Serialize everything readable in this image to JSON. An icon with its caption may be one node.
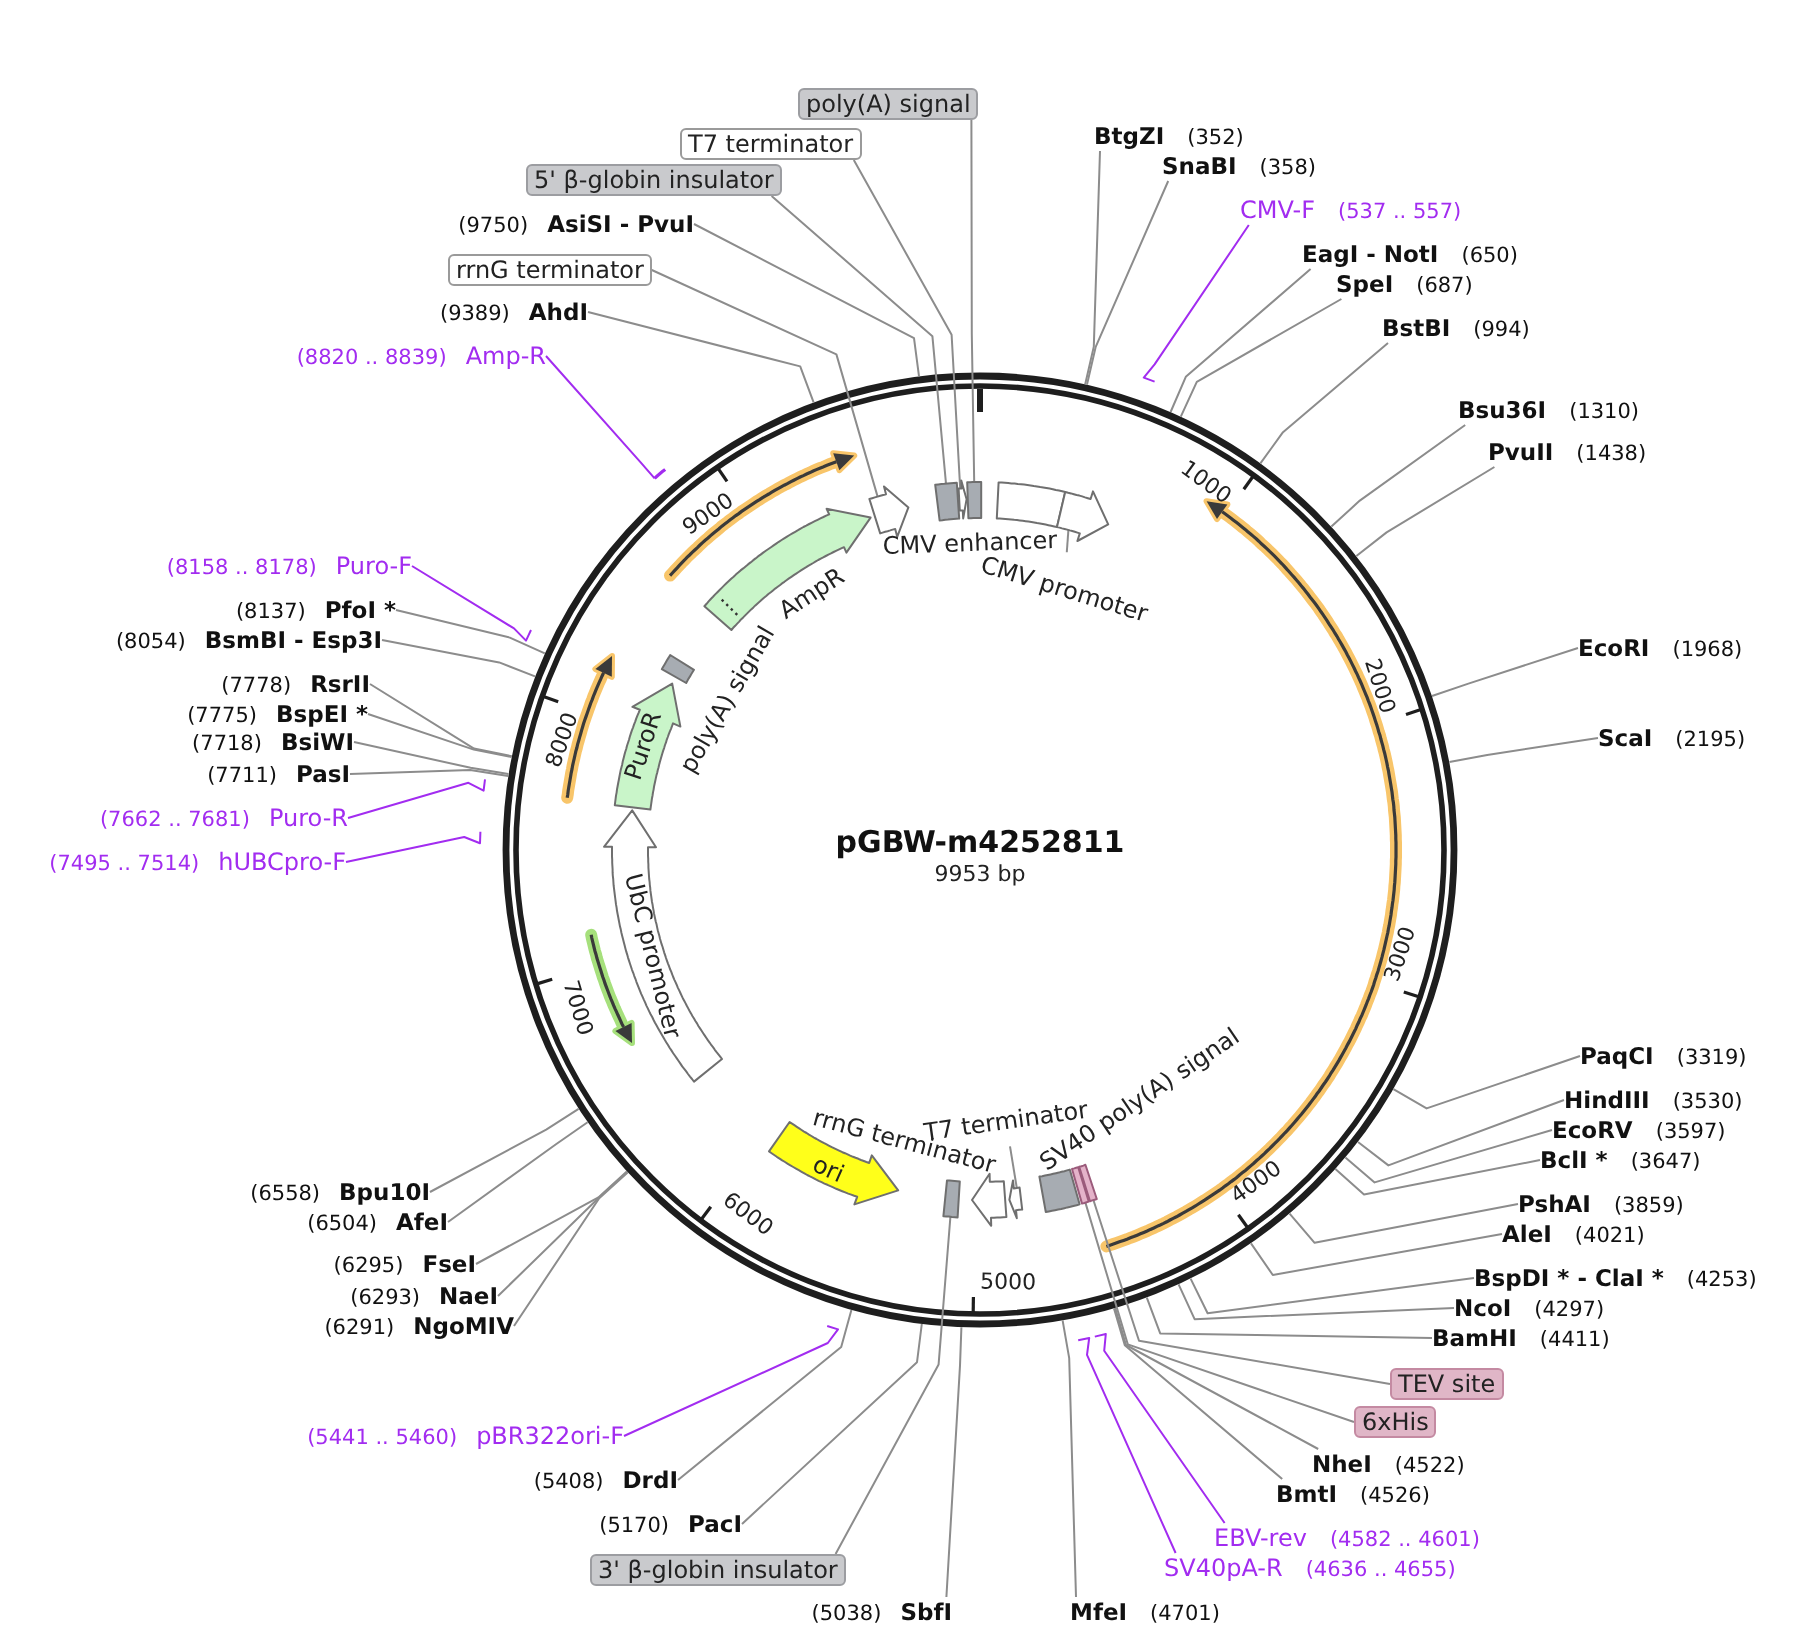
{
  "diagram": {
    "title": "pGBW-m4252811",
    "nodes": [
      {
        "text": [
          "poly(A) signal"
        ]
      },
      {
        "text": [
          "BtgZI",
          "(352)"
        ]
      },
      {
        "text": [
          "T7 terminator"
        ]
      },
      {
        "text": [
          "SnaBI",
          "(358)"
        ]
      },
      {
        "text": [
          "5' β-globin insulator"
        ]
      },
      {
        "text": [
          "CMV-F",
          "(537 .. 557)"
        ]
      },
      {
        "text": [
          "(9750)",
          "AsiSI - PvuI"
        ]
      },
      {
        "text": [
          "EagI - NotI",
          "(650)"
        ]
      },
      {
        "text": [
          "rrnG terminator"
        ]
      },
      {
        "text": [
          "SpeI",
          "(687)"
        ]
      },
      {
        "text": [
          "(9389)",
          "AhdI"
        ]
      },
      {
        "text": [
          "BstBI",
          "(994)"
        ]
      },
      {
        "text": [
          "(8820 .. 8839)",
          "Amp-R"
        ]
      },
      {
        "text": [
          "Bsu36I",
          "(1310)"
        ]
      },
      {
        "text": [
          "PvuII",
          "(1438)"
        ]
      },
      {
        "text": [
          "(8158 .. 8178)",
          "Puro-F"
        ]
      },
      {
        "text": [
          "(8137)",
          "PfoI *"
        ]
      },
      {
        "text": [
          "(8054)",
          "BsmBI - Esp3I"
        ]
      },
      {
        "text": [
          "EcoRI",
          "(1968)"
        ]
      },
      {
        "text": [
          "(7778)",
          "RsrII"
        ]
      },
      {
        "text": [
          "(7775)",
          "BspEI *"
        ]
      },
      {
        "text": [
          "(7718)",
          "BsiWI"
        ]
      },
      {
        "text": [
          "ScaI",
          "(2195)"
        ]
      },
      {
        "text": [
          "(7711)",
          "PasI"
        ]
      },
      {
        "text": [
          "(7662 .. 7681)",
          "Puro-R"
        ]
      },
      {
        "text": [
          "(7495 .. 7514)",
          "hUBCpro-F"
        ]
      },
      {
        "text": [
          "PaqCI",
          "(3319)"
        ]
      },
      {
        "text": [
          "HindIII",
          "(3530)"
        ]
      },
      {
        "text": [
          "EcoRV",
          "(3597)"
        ]
      },
      {
        "text": [
          "BclI *",
          "(3647)"
        ]
      },
      {
        "text": [
          "(6558)",
          "Bpu10I"
        ]
      },
      {
        "text": [
          "PshAI",
          "(3859)"
        ]
      },
      {
        "text": [
          "(6504)",
          "AfeI"
        ]
      },
      {
        "text": [
          "AleI",
          "(4021)"
        ]
      },
      {
        "text": [
          "(6295)",
          "FseI"
        ]
      },
      {
        "text": [
          "BspDI * - ClaI *",
          "(4253)"
        ]
      },
      {
        "text": [
          "(6293)",
          "NaeI"
        ]
      },
      {
        "text": [
          "NcoI",
          "(4297)"
        ]
      },
      {
        "text": [
          "(6291)",
          "NgoMIV"
        ]
      },
      {
        "text": [
          "BamHI",
          "(4411)"
        ]
      },
      {
        "text": [
          "TEV site"
        ]
      },
      {
        "text": [
          "6xHis"
        ]
      },
      {
        "text": [
          "(5441 .. 5460)",
          "pBR322ori-F"
        ]
      },
      {
        "text": [
          "NheI",
          "(4522)"
        ]
      },
      {
        "text": [
          "(5408)",
          "DrdI"
        ]
      },
      {
        "text": [
          "BmtI",
          "(4526)"
        ]
      },
      {
        "text": [
          "(5170)",
          "PacI"
        ]
      },
      {
        "text": [
          "EBV-rev",
          "(4582 .. 4601)"
        ]
      },
      {
        "text": [
          "3' β-globin insulator"
        ]
      },
      {
        "text": [
          "SV40pA-R",
          "(4636 .. 4655)"
        ]
      },
      {
        "text": [
          "(5038)",
          "SbfI"
        ]
      },
      {
        "text": [
          "MfeI",
          "(4701)"
        ]
      },
      {
        "text": [],
        "shape": "arrow"
      },
      {
        "text": [],
        "shape": "box"
      },
      {
        "text": [],
        "shape": "arrow"
      },
      {
        "text": [],
        "shape": "box"
      },
      {
        "text": [],
        "shape": "box",
        "beside": [
          "CMV enhancer"
        ]
      },
      {
        "text": [],
        "shape": "arrow"
      },
      {
        "text": [
          "CMV promoter"
        ]
      },
      {
        "text": [],
        "shape": "arrow",
        "beside": [
          "AmpR"
        ]
      },
      {
        "text": [],
        "shape": "box",
        "beside": [
          "poly(A) signal"
        ]
      },
      {
        "text": [
          "PuroR"
        ]
      },
      {
        "text": [
          "UbC promoter"
        ]
      },
      {
        "text": [
          "ori"
        ]
      },
      {
        "text": [],
        "shape": "box"
      },
      {
        "text": [],
        "shape": "arrow",
        "beside": [
          "rrnG terminator"
        ]
      },
      {
        "text": [],
        "shape": "arrow"
      },
      {
        "text": [
          "T7 terminator"
        ]
      },
      {
        "text": [],
        "shape": "box",
        "beside": [
          "SV40 poly(A) signal"
        ]
      },
      {
        "text": [],
        "shape": "box"
      },
      {
        "text": [],
        "shape": "box"
      },
      {
        "text": [],
        "shape": "bar"
      }
    ],
    "edges": [
      {
        "from": 0,
        "to": 55,
        "arrow": "none"
      },
      {
        "from": 1,
        "to": null,
        "arrow": "none"
      },
      {
        "from": 2,
        "to": 54,
        "arrow": "none"
      },
      {
        "from": 3,
        "to": null,
        "arrow": "none"
      },
      {
        "from": 4,
        "to": 53,
        "arrow": "none"
      },
      {
        "from": 5,
        "to": null,
        "arrow": "none",
        "color": "#a22cf0"
      },
      {
        "from": 6,
        "to": null,
        "arrow": "none"
      },
      {
        "from": 7,
        "to": null,
        "arrow": "none"
      },
      {
        "from": 8,
        "to": 52,
        "arrow": "none"
      },
      {
        "from": 9,
        "to": null,
        "arrow": "none"
      },
      {
        "from": 10,
        "to": null,
        "arrow": "none"
      },
      {
        "from": 11,
        "to": null,
        "arrow": "none"
      },
      {
        "from": 12,
        "to": 71,
        "arrow": "none",
        "color": "#a22cf0"
      },
      {
        "from": 13,
        "to": null,
        "arrow": "none"
      },
      {
        "from": 14,
        "to": null,
        "arrow": "none"
      },
      {
        "from": 15,
        "to": null,
        "arrow": "none",
        "color": "#a22cf0"
      },
      {
        "from": 16,
        "to": null,
        "arrow": "none"
      },
      {
        "from": 17,
        "to": null,
        "arrow": "none"
      },
      {
        "from": 18,
        "to": null,
        "arrow": "none"
      },
      {
        "from": 19,
        "to": null,
        "arrow": "none"
      },
      {
        "from": 20,
        "to": null,
        "arrow": "none"
      },
      {
        "from": 21,
        "to": null,
        "arrow": "none"
      },
      {
        "from": 22,
        "to": null,
        "arrow": "none"
      },
      {
        "from": 23,
        "to": null,
        "arrow": "none"
      },
      {
        "from": 24,
        "to": null,
        "arrow": "none",
        "color": "#a22cf0"
      },
      {
        "from": 25,
        "to": null,
        "arrow": "none",
        "color": "#a22cf0"
      },
      {
        "from": 26,
        "to": null,
        "arrow": "none"
      },
      {
        "from": 27,
        "to": null,
        "arrow": "none"
      },
      {
        "from": 28,
        "to": null,
        "arrow": "none"
      },
      {
        "from": 29,
        "to": null,
        "arrow": "none"
      },
      {
        "from": 30,
        "to": null,
        "arrow": "none"
      },
      {
        "from": 31,
        "to": null,
        "arrow": "none"
      },
      {
        "from": 32,
        "to": null,
        "arrow": "none"
      },
      {
        "from": 33,
        "to": null,
        "arrow": "none"
      },
      {
        "from": 34,
        "to": null,
        "arrow": "none"
      },
      {
        "from": 35,
        "to": null,
        "arrow": "none"
      },
      {
        "from": 36,
        "to": null,
        "arrow": "none"
      },
      {
        "from": 37,
        "to": null,
        "arrow": "none"
      },
      {
        "from": 38,
        "to": null,
        "arrow": "none"
      },
      {
        "from": 39,
        "to": null,
        "arrow": "none"
      },
      {
        "from": 40,
        "to": 70,
        "arrow": "none"
      },
      {
        "from": 41,
        "to": 69,
        "arrow": "none"
      },
      {
        "from": 42,
        "to": null,
        "arrow": "none",
        "color": "#a22cf0"
      },
      {
        "from": 43,
        "to": null,
        "arrow": "none"
      },
      {
        "from": 44,
        "to": null,
        "arrow": "none"
      },
      {
        "from": 45,
        "to": null,
        "arrow": "none"
      },
      {
        "from": 46,
        "to": null,
        "arrow": "none"
      },
      {
        "from": 47,
        "to": null,
        "arrow": "none",
        "color": "#a22cf0"
      },
      {
        "from": 48,
        "to": 64,
        "arrow": "none"
      },
      {
        "from": 49,
        "to": null,
        "arrow": "none",
        "color": "#a22cf0"
      },
      {
        "from": 50,
        "to": null,
        "arrow": "none"
      },
      {
        "from": 51,
        "to": null,
        "arrow": "none"
      },
      {
        "from": 58,
        "to": 57,
        "arrow": "none"
      },
      {
        "from": 67,
        "to": 66,
        "arrow": "none"
      }
    ],
    "labels": [
      "9953 bp",
      "1000",
      "2000",
      "3000",
      "4000",
      "5000",
      "6000",
      "7000",
      "8000",
      "9000"
    ]
  }
}
